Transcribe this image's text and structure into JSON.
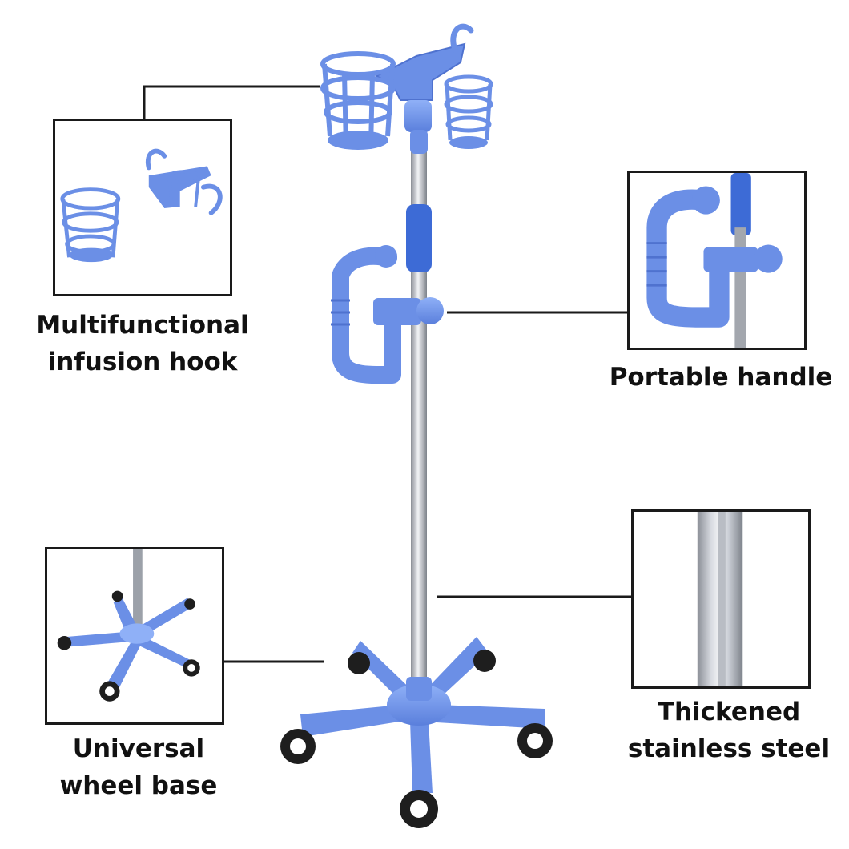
{
  "colors": {
    "plastic": "#6b8fe6",
    "plastic_dark": "#4f72cf",
    "plastic_light": "#8fb0f7",
    "grip": "#3d6bd6",
    "steel_light": "#e8eaee",
    "steel_dark": "#8a8e96",
    "wheel": "#1e1e1e",
    "line": "#1a1a1a"
  },
  "callouts": [
    {
      "id": "hook",
      "line1": "Multifunctional",
      "line2": "infusion hook"
    },
    {
      "id": "handle",
      "line1": "Portable handle",
      "line2": ""
    },
    {
      "id": "base",
      "line1": "Universal",
      "line2": "wheel base"
    },
    {
      "id": "steel",
      "line1": "Thickened",
      "line2": "stainless steel"
    }
  ],
  "icons": {
    "hook": "infusion-hook-icon",
    "handle": "handle-icon",
    "base": "wheel-base-icon",
    "steel": "steel-pole-icon"
  }
}
